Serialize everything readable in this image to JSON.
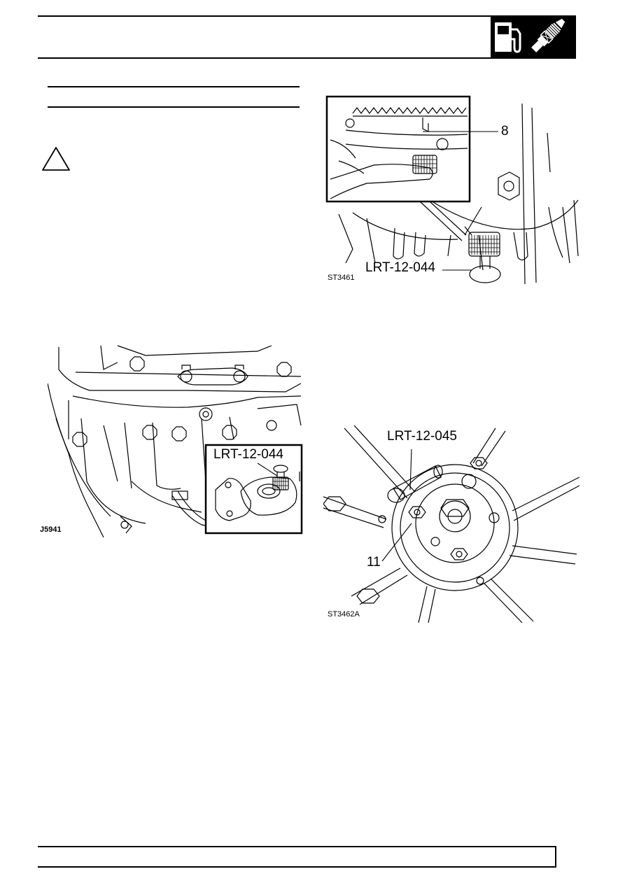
{
  "header": {
    "icon": "fuel-pump-and-spark-plug-icon"
  },
  "warning": {
    "icon": "warning-triangle-icon"
  },
  "figures": {
    "top_right": {
      "id_label": "ST3461",
      "callouts": [
        "8",
        "LRT-12-044"
      ]
    },
    "left": {
      "id_label": "J5941",
      "callouts": [
        "LRT-12-044"
      ]
    },
    "bottom_right": {
      "id_label": "ST3462A",
      "callouts": [
        "LRT-12-045",
        "11"
      ]
    }
  },
  "colors": {
    "ink": "#000000",
    "paper": "#ffffff"
  }
}
